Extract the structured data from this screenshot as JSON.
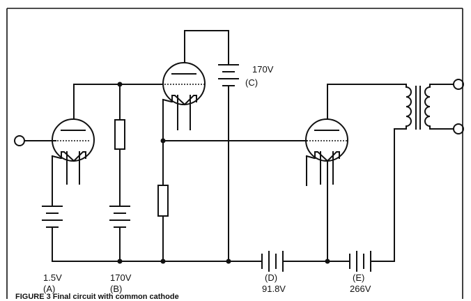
{
  "labels": {
    "a_voltage": "1.5V",
    "a_id": "(A)",
    "b_voltage": "170V",
    "b_id": "(B)",
    "c_voltage": "170V",
    "c_id": "(C)",
    "d_id": "(D)",
    "d_voltage": "91.8V",
    "e_id": "(E)",
    "e_voltage": "266V"
  },
  "caption": "FIGURE 3  Final circuit with common cathode"
}
